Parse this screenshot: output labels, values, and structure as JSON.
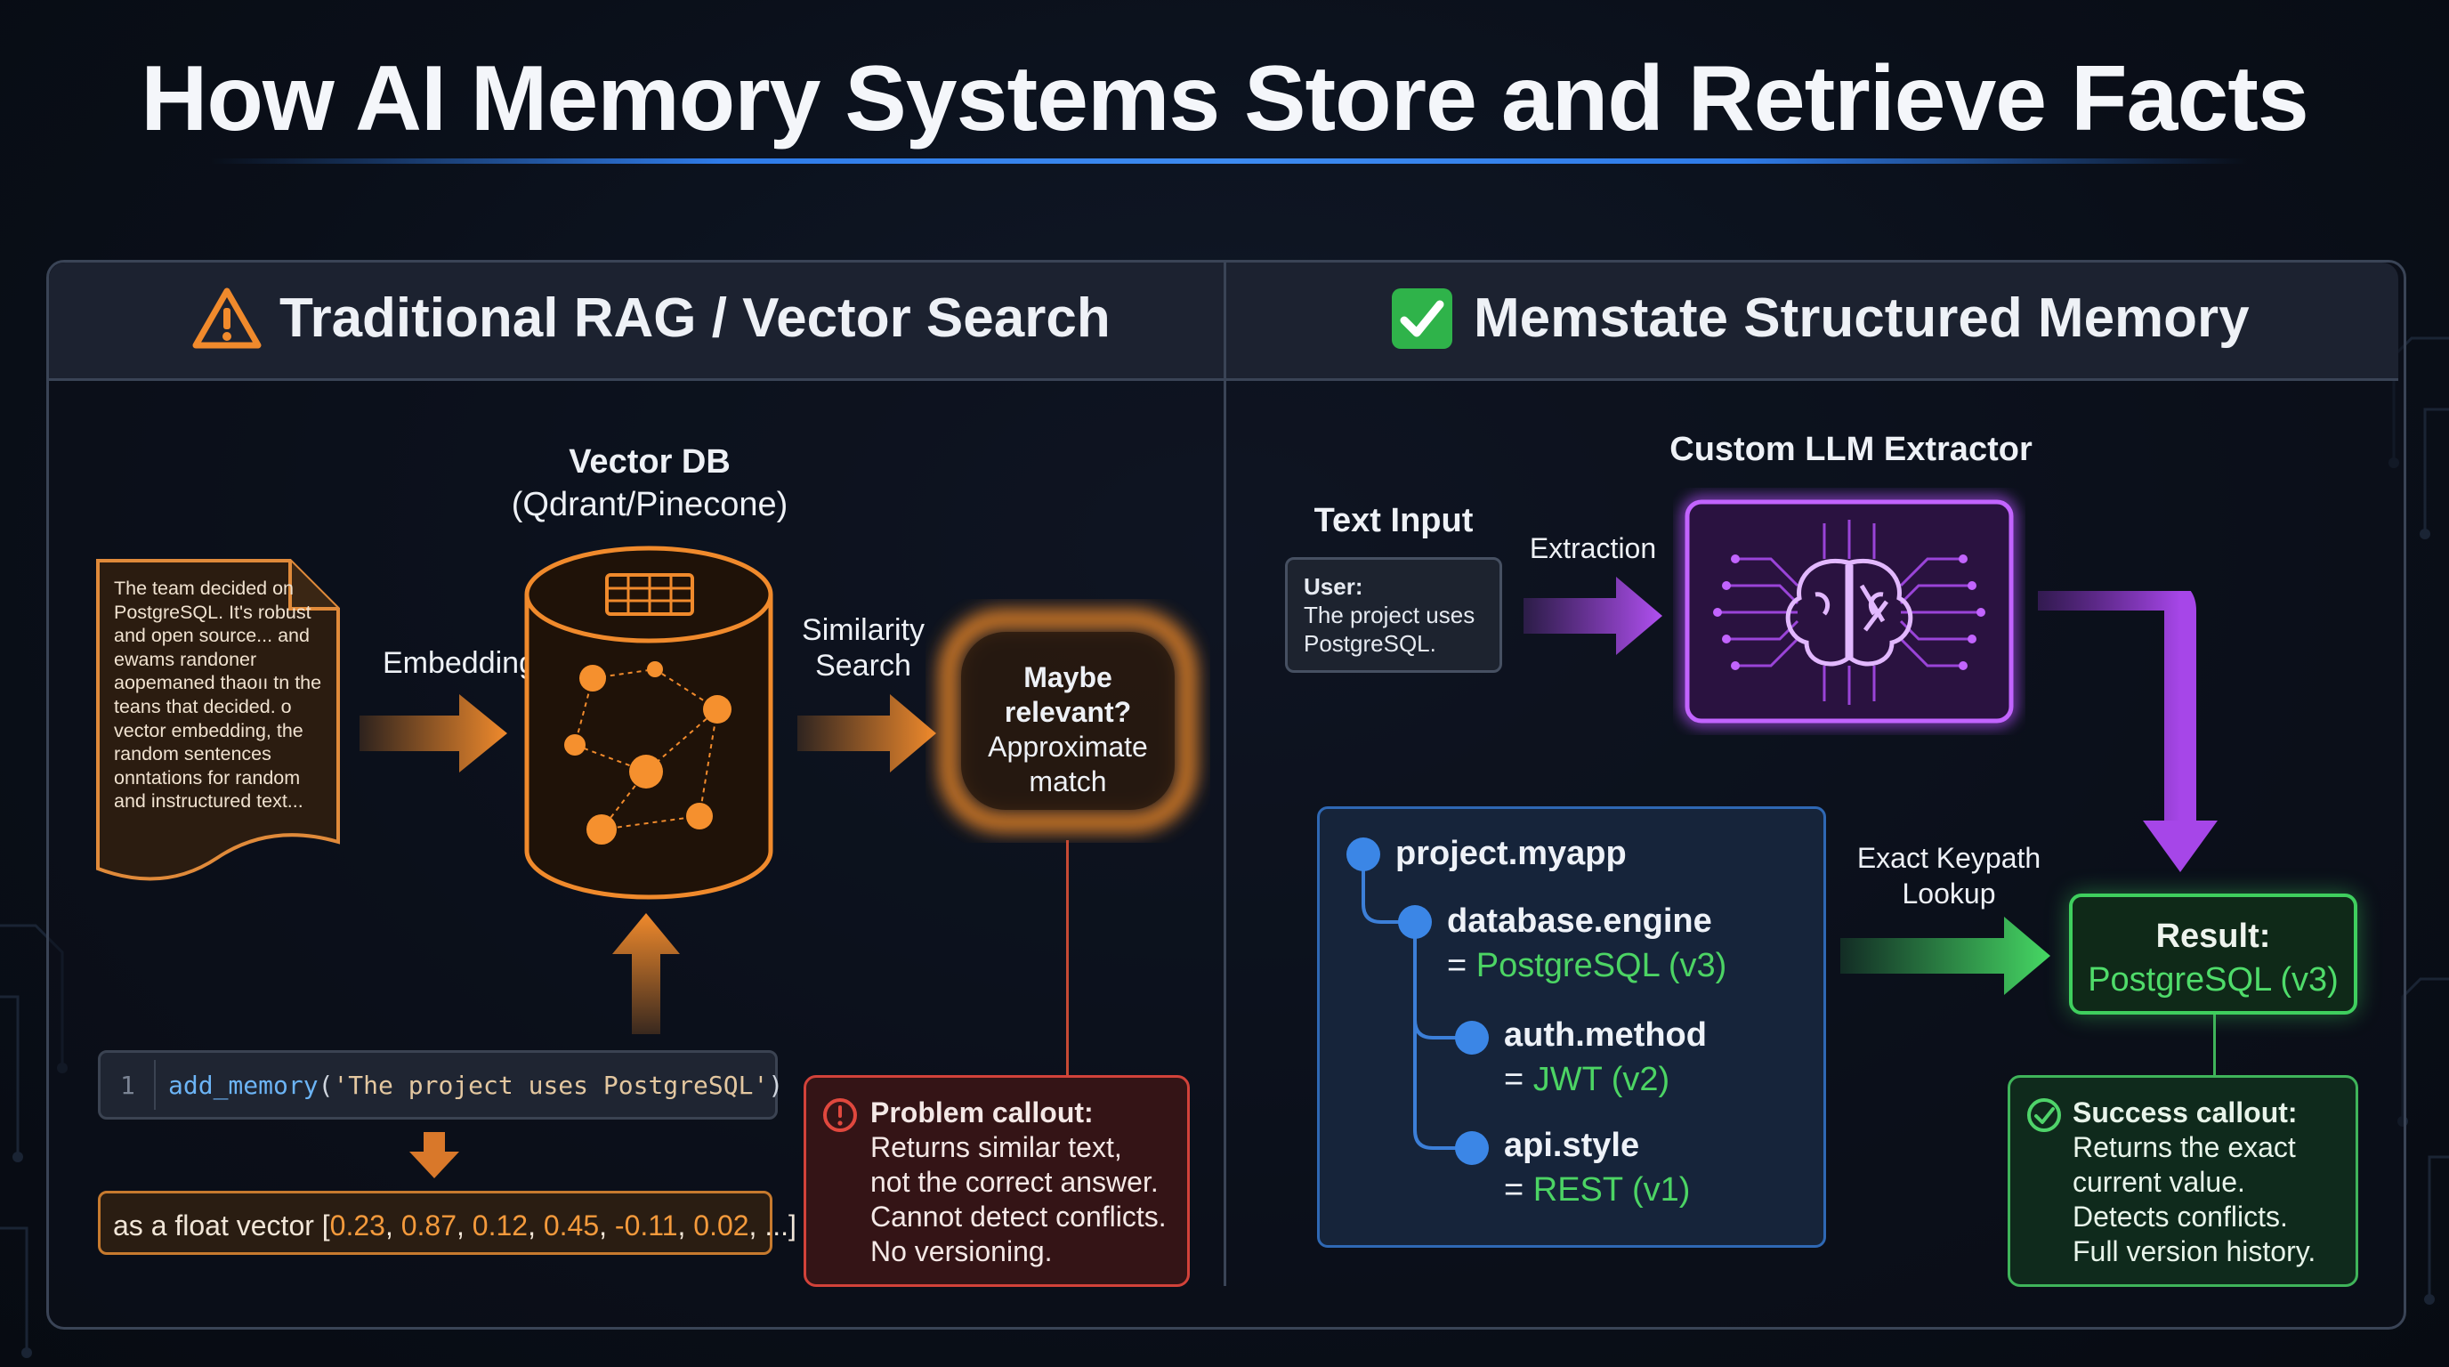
{
  "title": "How AI Memory Systems Store and Retrieve Facts",
  "colors": {
    "accent_blue": "#2f7be8",
    "rag_orange": "#f08a2c",
    "memstate_purple": "#a646e8",
    "success_green": "#3fcf5e",
    "problem_red": "#d2423a"
  },
  "left": {
    "heading": "Traditional RAG / Vector Search",
    "heading_icon": "warning-triangle-icon",
    "document_icon": "document-icon",
    "document_text": "The team decided on PostgreSQL. It's robust and open source... and ewams randoner aopemaned thaoıı tn the teans that decided. o vector embedding, the random sentences onntations for random and instructured text...",
    "embedding_label": "Embedding",
    "db_title": "Vector DB",
    "db_subtitle": "(Qdrant/Pinecone)",
    "db_icon": "database-cylinder-icon",
    "similarity_label_1": "Similarity",
    "similarity_label_2": "Search",
    "fuzzy_line_1": "Maybe",
    "fuzzy_line_2": "relevant?",
    "fuzzy_line_3": "Approximate",
    "fuzzy_line_4": "match",
    "code_line_number": "1",
    "code_fn": "add_memory",
    "code_open": "(",
    "code_string": "'The project uses PostgreSQL'",
    "code_close": ")",
    "vector_prefix": "as a float vector [",
    "vector_values": [
      "0.23",
      "0.87",
      "0.12",
      "0.45",
      "-0.11",
      "0.02"
    ],
    "vector_suffix": ", ...]",
    "problem_icon": "alert-circle-icon",
    "problem_head": "Problem callout:",
    "problem_lines": [
      "Returns similar text,",
      "not the correct answer.",
      "Cannot detect conflicts.",
      "No versioning."
    ]
  },
  "right": {
    "heading": "Memstate Structured Memory",
    "heading_icon": "check-box-icon",
    "extractor_title": "Custom LLM Extractor",
    "extractor_icon": "brain-circuit-icon",
    "text_input_title": "Text Input",
    "text_input_user": "User:",
    "text_input_line_1": "The project uses",
    "text_input_line_2": "PostgreSQL.",
    "extraction_label": "Extraction",
    "tree_root": "project.myapp",
    "tree_items": [
      {
        "key": "database.engine",
        "value": "PostgreSQL (v3)"
      },
      {
        "key": "auth.method",
        "value": "JWT (v2)"
      },
      {
        "key": "api.style",
        "value": "REST (v1)"
      }
    ],
    "lookup_label_1": "Exact Keypath",
    "lookup_label_2": "Lookup",
    "result_label": "Result:",
    "result_value": "PostgreSQL (v3)",
    "success_icon": "check-circle-icon",
    "success_head": "Success callout:",
    "success_lines": [
      "Returns the exact",
      "current value.",
      "Detects conflicts.",
      "Full version history."
    ]
  }
}
